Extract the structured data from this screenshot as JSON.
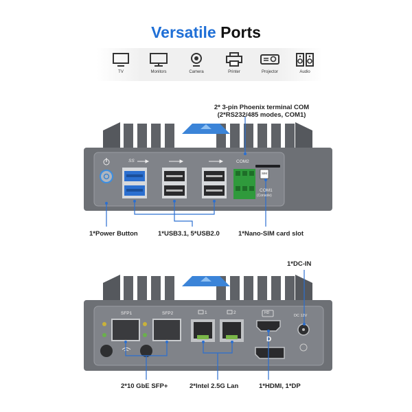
{
  "title": {
    "accent": "Versatile",
    "rest": " Ports"
  },
  "devices": [
    {
      "icon": "tv-icon",
      "label": "TV"
    },
    {
      "icon": "monitor-icon",
      "label": "Monitors"
    },
    {
      "icon": "camera-icon",
      "label": "Camera"
    },
    {
      "icon": "printer-icon",
      "label": "Printer"
    },
    {
      "icon": "projector-icon",
      "label": "Projector"
    },
    {
      "icon": "audio-icon",
      "label": "Audio"
    }
  ],
  "front": {
    "callout_com_line1": "2* 3-pin Phoenix terminal COM",
    "callout_com_line2": "(2*RS232/485 modes, COM1)",
    "label_ss": "SS",
    "label_com2": "COM2",
    "label_com1": "COM1",
    "label_console": "(Console)",
    "label_sim": "SIM",
    "callout_power": "1*Power Button",
    "callout_usb": "1*USB3.1, 5*USB2.0",
    "callout_sim": "1*Nano-SIM card slot"
  },
  "back": {
    "callout_dc": "1*DC-IN",
    "label_sfp1": "SFP1",
    "label_sfp2": "SFP2",
    "label_lan1": "1",
    "label_lan2": "2",
    "label_hd": "HD",
    "label_dc": "DC 12V",
    "label_dp": "D",
    "callout_sfp": "2*10 GbE SFP+",
    "callout_lan": "2*Intel 2.5G Lan",
    "callout_hdmi": "1*HDMI, 1*DP"
  },
  "colors": {
    "accent": "#1f6fd6",
    "chassis": "#6d7075",
    "panel": "#808389",
    "terminal": "#2f9a3c"
  }
}
